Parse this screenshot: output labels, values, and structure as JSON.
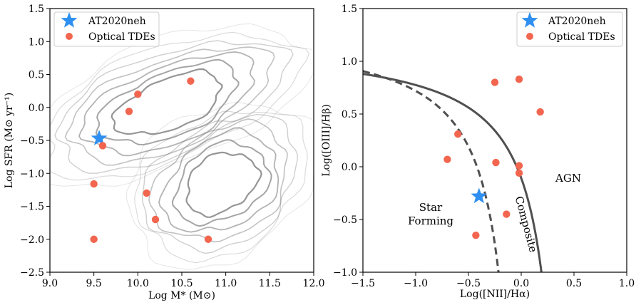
{
  "colors": {
    "star": "#2e8ff0",
    "tde": "#f26650",
    "agn_line": "#505050",
    "contour": "#6e6e6e"
  },
  "chart_data": [
    {
      "type": "scatter",
      "xlabel": "Log M* (M⊙)",
      "ylabel": "Log SFR (M⊙ yr⁻¹)",
      "xlim": [
        9.0,
        12.0
      ],
      "ylim": [
        -2.5,
        1.5
      ],
      "xticks": [
        "9.0",
        "9.5",
        "10.0",
        "10.5",
        "11.0",
        "11.5",
        "12.0"
      ],
      "yticks": [
        "−2.5",
        "−2.0",
        "−1.5",
        "−1.0",
        "−0.5",
        "0.0",
        "0.5",
        "1.0",
        "1.5"
      ],
      "legend_position": "top-left",
      "legend": [
        "AT2020neh",
        "Optical TDEs"
      ],
      "series": [
        {
          "name": "AT2020neh",
          "marker": "star",
          "points": [
            [
              9.56,
              -0.47
            ]
          ]
        },
        {
          "name": "Optical TDEs",
          "marker": "circle",
          "points": [
            [
              9.6,
              -0.58
            ],
            [
              9.9,
              -0.06
            ],
            [
              10.0,
              0.2
            ],
            [
              10.6,
              0.4
            ],
            [
              9.5,
              -1.16
            ],
            [
              10.1,
              -1.3
            ],
            [
              10.2,
              -1.7
            ],
            [
              9.5,
              -2.0
            ],
            [
              10.8,
              -2.0
            ]
          ]
        }
      ],
      "background": "galaxy density contours (star-forming sequence and quiescent cloud)"
    },
    {
      "type": "scatter",
      "xlabel": "Log([NII]/Hα)",
      "ylabel": "Log([OIII]/Hβ)",
      "xlim": [
        -1.5,
        1.0
      ],
      "ylim": [
        -1.0,
        1.5
      ],
      "xticks": [
        "−1.5",
        "−1.0",
        "−0.5",
        "0.0",
        "0.5",
        "1.0"
      ],
      "yticks": [
        "−1.0",
        "−0.5",
        "0.0",
        "0.5",
        "1.0",
        "1.5"
      ],
      "legend_position": "top-right",
      "legend": [
        "AT2020neh",
        "Optical TDEs"
      ],
      "annotations": {
        "star_forming": [
          "Star",
          "Forming"
        ],
        "composite": "Composite",
        "agn": "AGN"
      },
      "curves": [
        {
          "kind": "kauffmann",
          "style": "dashed"
        },
        {
          "kind": "kewley",
          "style": "solid"
        }
      ],
      "series": [
        {
          "name": "AT2020neh",
          "marker": "star",
          "points": [
            [
              -0.4,
              -0.28
            ]
          ]
        },
        {
          "name": "Optical TDEs",
          "marker": "circle",
          "points": [
            [
              -0.25,
              0.8
            ],
            [
              -0.02,
              0.83
            ],
            [
              0.18,
              0.52
            ],
            [
              -0.6,
              0.31
            ],
            [
              -0.7,
              0.07
            ],
            [
              -0.24,
              0.04
            ],
            [
              -0.02,
              0.01
            ],
            [
              -0.02,
              -0.06
            ],
            [
              -0.14,
              -0.45
            ],
            [
              -0.43,
              -0.65
            ]
          ]
        }
      ]
    }
  ]
}
